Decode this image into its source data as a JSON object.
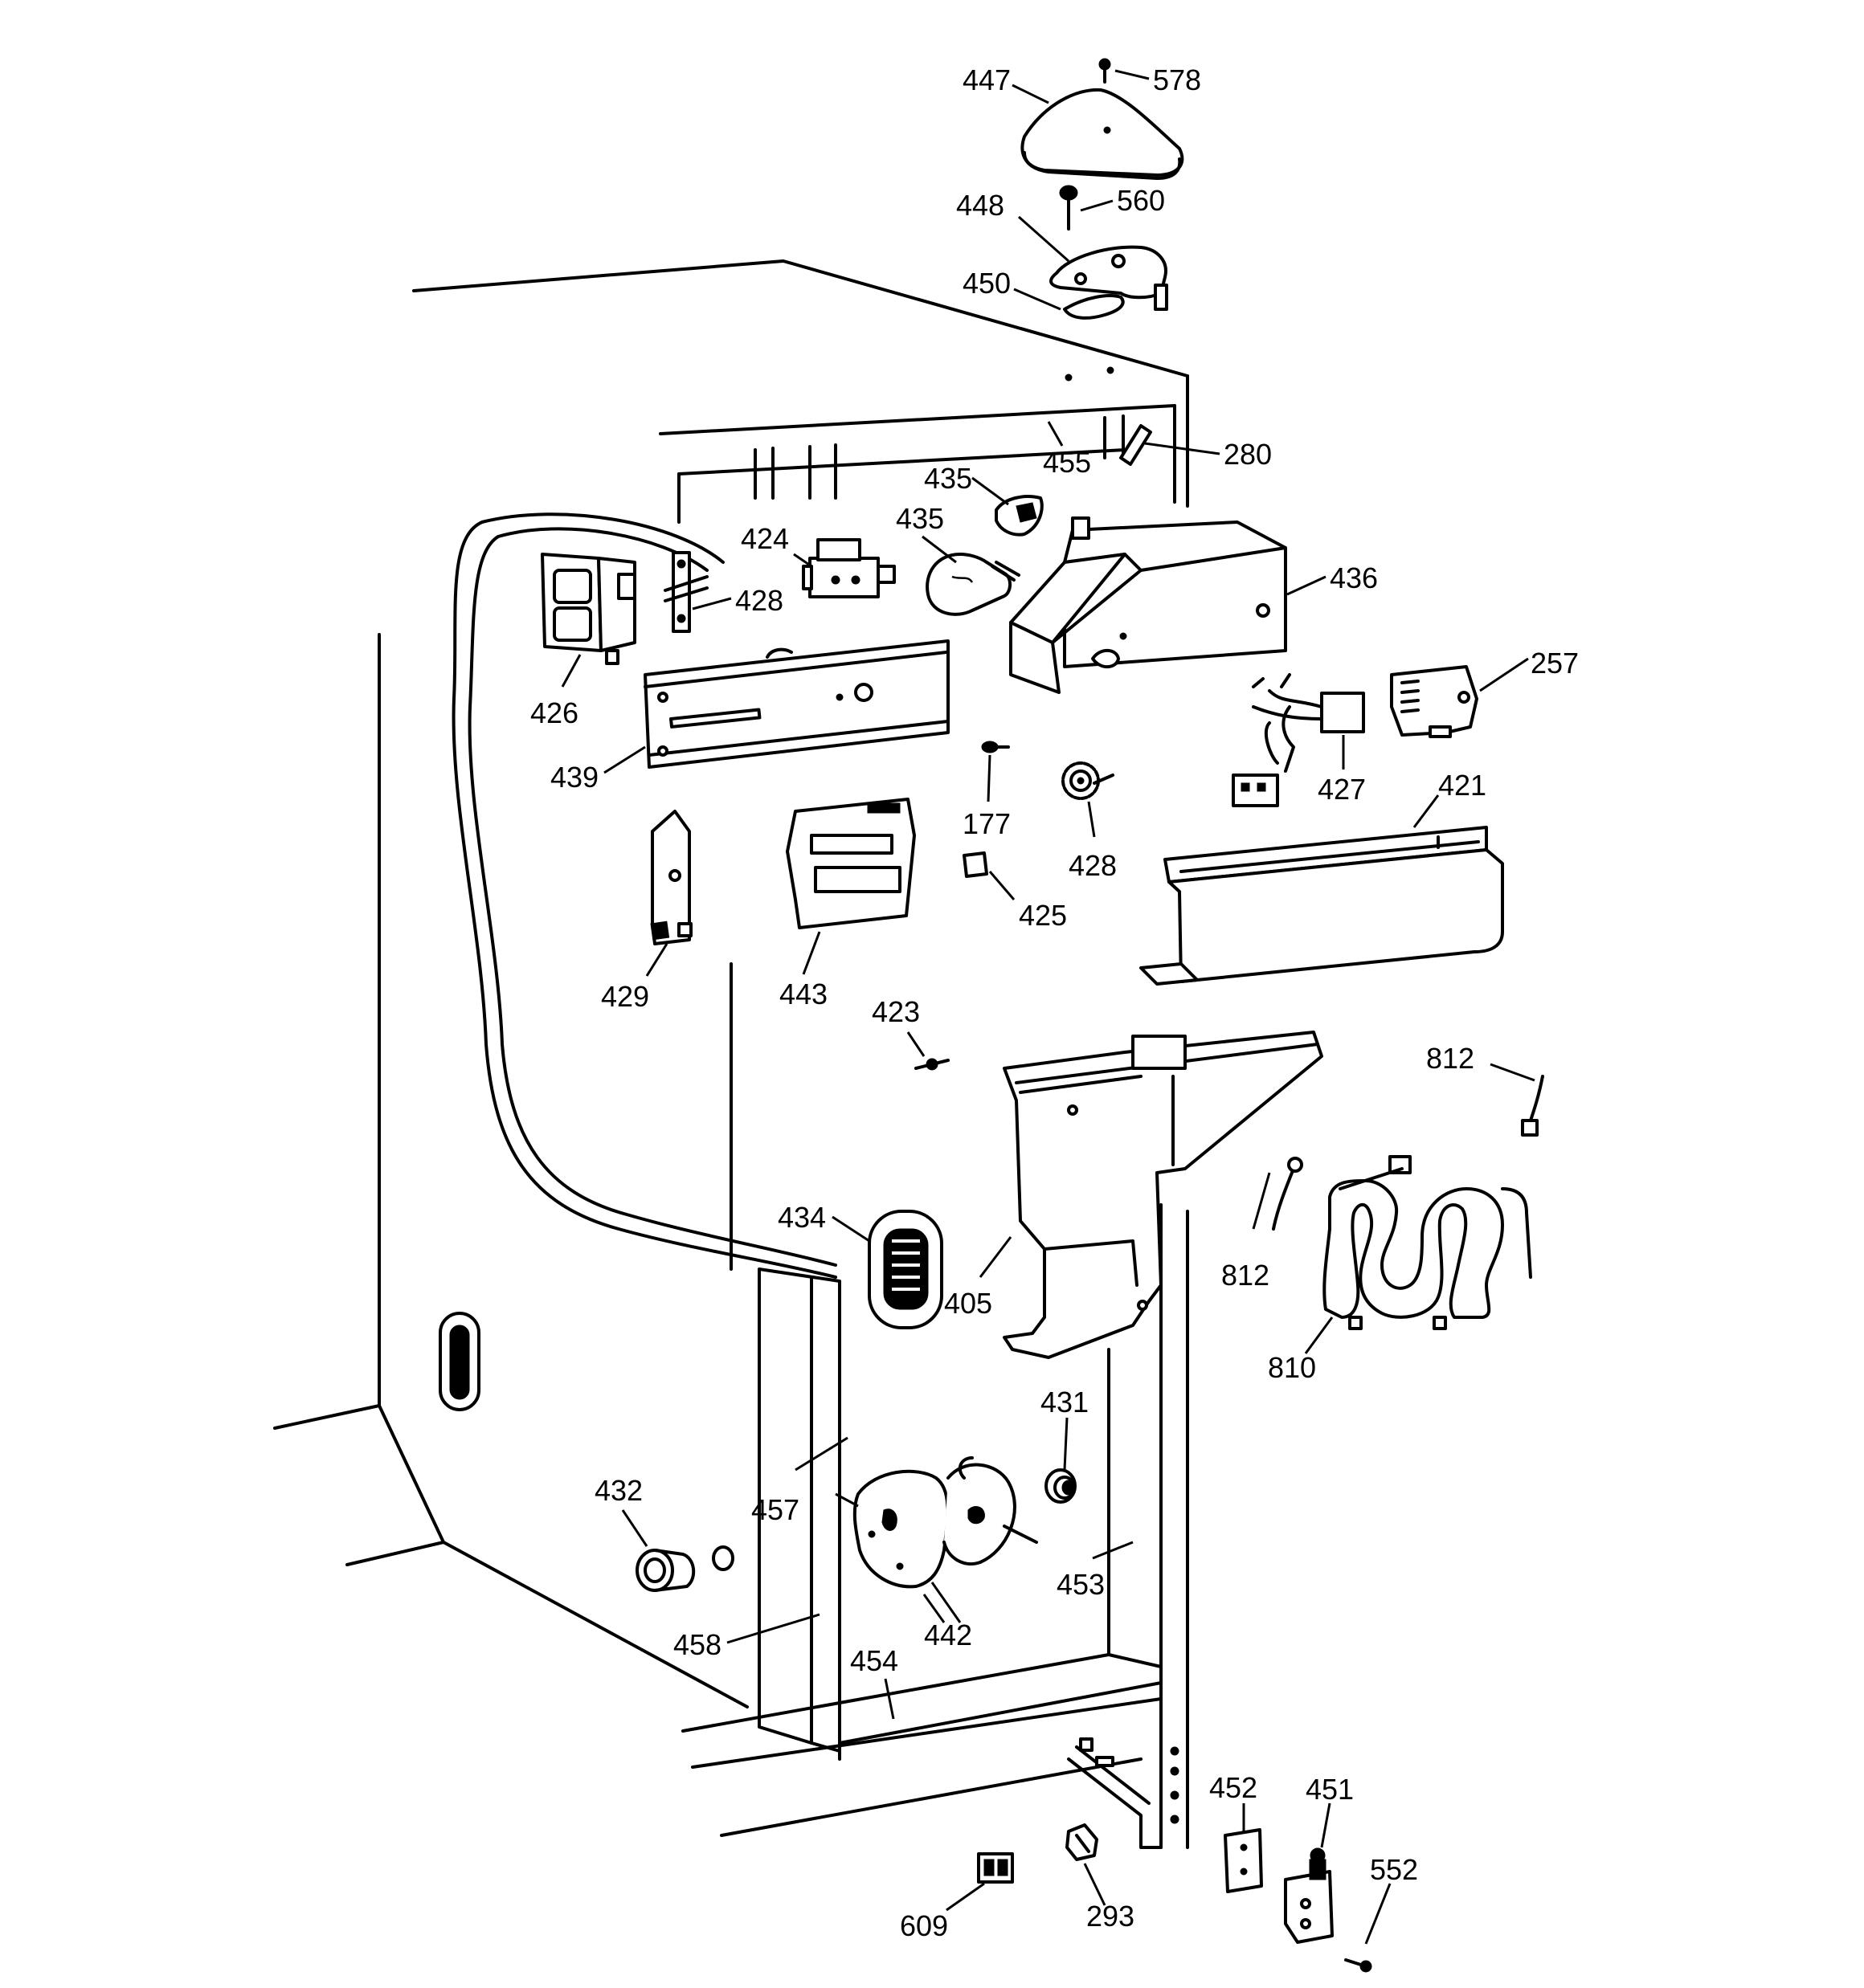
{
  "labels": {
    "p578": "578",
    "p447": "447",
    "p560": "560",
    "p448": "448",
    "p450": "450",
    "p280": "280",
    "p455": "455",
    "p435a": "435",
    "p435b": "435",
    "p424": "424",
    "p428a": "428",
    "p426": "426",
    "p436": "436",
    "p439": "439",
    "p257": "257",
    "p177": "177",
    "p427": "427",
    "p421": "421",
    "p428b": "428",
    "p425": "425",
    "p429": "429",
    "p443": "443",
    "p423": "423",
    "p812a": "812",
    "p434": "434",
    "p405": "405",
    "p812b": "812",
    "p810": "810",
    "p431": "431",
    "p432": "432",
    "p457": "457",
    "p453": "453",
    "p442": "442",
    "p458": "458",
    "p454": "454",
    "p452": "452",
    "p451": "451",
    "p552": "552",
    "p609": "609",
    "p293": "293"
  }
}
